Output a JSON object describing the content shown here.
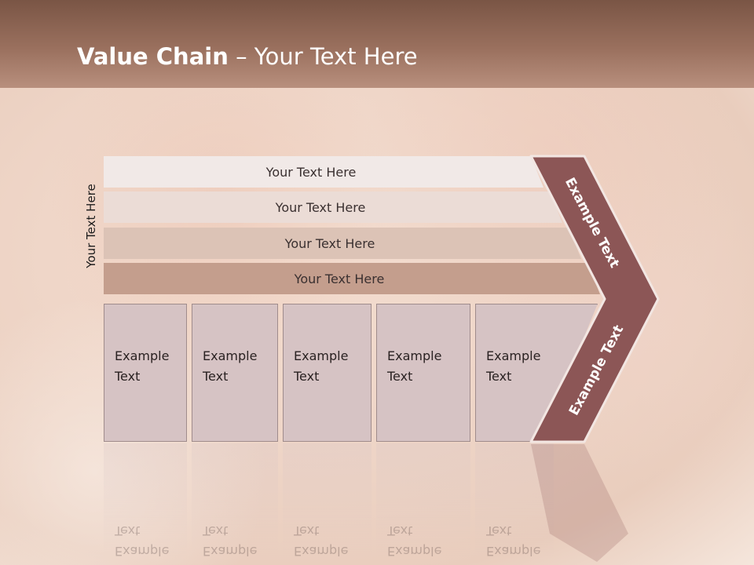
{
  "title_bold": "Value Chain",
  "title_rest": " – Your Text Here",
  "vertical_label": "Your Text Here",
  "bars": [
    {
      "label": "Your Text Here"
    },
    {
      "label": "Your Text Here"
    },
    {
      "label": "Your Text Here"
    },
    {
      "label": "Your Text Here"
    }
  ],
  "boxes": [
    {
      "label": "Example\nText"
    },
    {
      "label": "Example\nText"
    },
    {
      "label": "Example\nText"
    },
    {
      "label": "Example\nText"
    },
    {
      "label": "Example\nText"
    }
  ],
  "chevron_top_label": "Example Text",
  "chevron_bottom_label": "Example Text",
  "colors": {
    "header": "#8b6352",
    "chevron": "#8c5656",
    "chevron_edge": "#f2e6e2",
    "box_fill": "#d6c3c4"
  }
}
